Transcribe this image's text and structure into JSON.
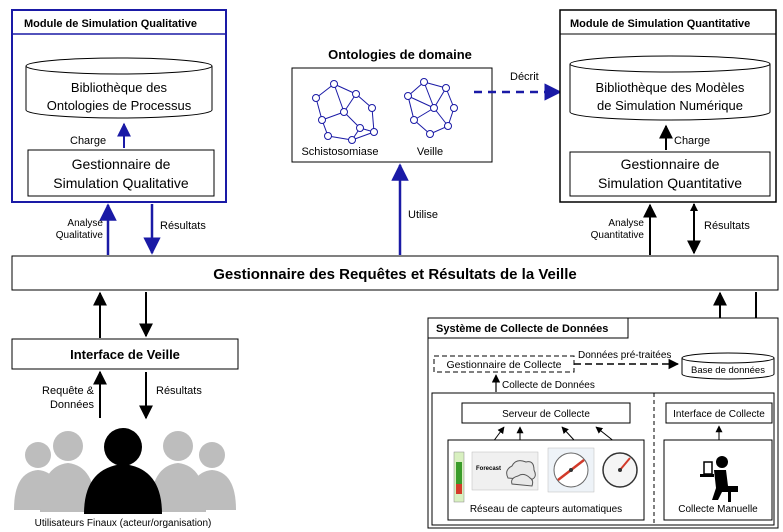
{
  "module_qualitative": {
    "title": "Module de Simulation Qualitative",
    "library_line1": "Bibliothèque des",
    "library_line2": "Ontologies de Processus",
    "charge_label": "Charge",
    "manager_line1": "Gestionnaire de",
    "manager_line2": "Simulation Qualitative",
    "analysis_line1": "Analyse",
    "analysis_line2": "Qualitative",
    "results_label": "Résultats"
  },
  "ontologies": {
    "title": "Ontologies de domaine",
    "item1": "Schistosomiase",
    "item2": "Veille",
    "decrit_label": "Décrit",
    "utilise_label": "Utilise"
  },
  "module_quantitative": {
    "title": "Module de Simulation Quantitative",
    "library_line1": "Bibliothèque des Modèles",
    "library_line2": "de Simulation Numérique",
    "charge_label": "Charge",
    "manager_line1": "Gestionnaire de",
    "manager_line2": "Simulation Quantitative",
    "analysis_line1": "Analyse",
    "analysis_line2": "Quantitative",
    "results_label": "Résultats"
  },
  "request_manager": {
    "title": "Gestionnaire des Requêtes et Résultats de la Veille"
  },
  "interface": {
    "title": "Interface de Veille",
    "request_line1": "Requête &",
    "request_line2": "Données",
    "results_label": "Résultats",
    "users_label": "Utilisateurs Finaux (acteur/organisation)"
  },
  "collection_system": {
    "title": "Système de Collecte de Données",
    "manager_label": "Gestionnaire de Collecte",
    "preprocessed_label": "Données pré-traitées",
    "database_label": "Base de données",
    "data_collection_label": "Collecte de Données",
    "server_label": "Serveur de Collecte",
    "interface_label": "Interface de Collecte",
    "sensors_label": "Réseau de capteurs automatiques",
    "manual_label": "Collecte Manuelle",
    "forecast_label": "Forecast"
  },
  "colors": {
    "accent_blue": "#1a1aa6",
    "black": "#000000",
    "user_gray": "#bdbdbd"
  }
}
